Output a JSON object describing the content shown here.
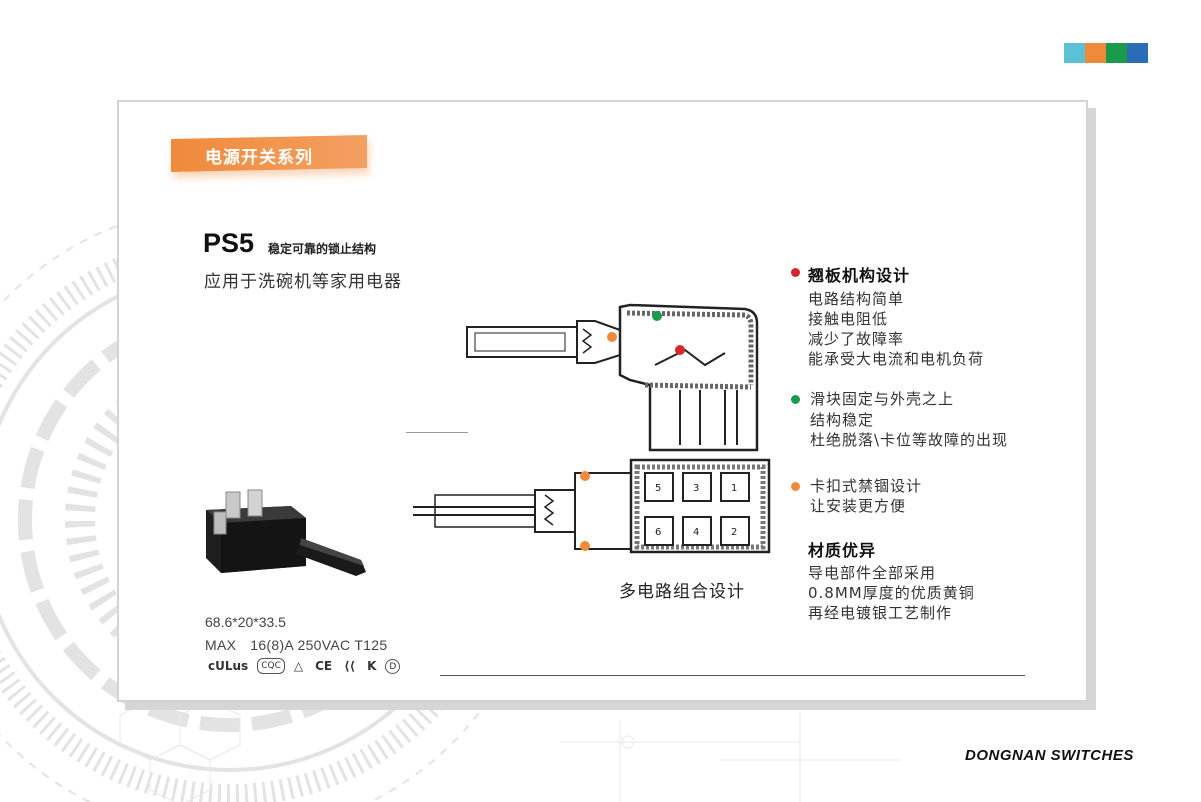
{
  "colors": {
    "accent_orange": "#f08a3b",
    "dot_red": "#d9262b",
    "dot_green": "#1a9b4b",
    "dot_orange": "#f08a3b",
    "strip": [
      "#5bc1d4",
      "#f08a3b",
      "#1a9b4b",
      "#2a6cb5"
    ]
  },
  "series_tag": "电源开关系列",
  "product": {
    "model": "PS5",
    "tagline": "稳定可靠的锁止结构",
    "application": "应用于洗碗机等家用电器",
    "dimensions": "68.6*20*33.5",
    "rating_label": "MAX",
    "rating_value": "16(8)A 250VAC  T125",
    "certifications": [
      "cULus",
      "CQC",
      "△",
      "CE",
      "⟨⟨",
      "K",
      "D"
    ]
  },
  "diagram": {
    "caption": "多电路组合设计",
    "terminal_numbers": [
      "5",
      "3",
      "1",
      "6",
      "4",
      "2"
    ]
  },
  "features": [
    {
      "dot": "red",
      "title": "翘板机构设计",
      "lines": [
        "电路结构简单",
        "接触电阻低",
        "减少了故障率",
        "能承受大电流和电机负荷"
      ]
    },
    {
      "dot": "green",
      "title": "滑块固定与外壳之上",
      "lines": [
        "结构稳定",
        "杜绝脱落\\卡位等故障的出现"
      ]
    },
    {
      "dot": "orange",
      "title": "卡扣式禁锢设计",
      "lines": [
        "让安装更方便"
      ]
    },
    {
      "dot": "",
      "title": "材质优异",
      "lines": [
        "导电部件全部采用",
        "0.8MM厚度的优质黄铜",
        "再经电镀银工艺制作"
      ]
    }
  ],
  "brand": "DONGNAN SWITCHES"
}
